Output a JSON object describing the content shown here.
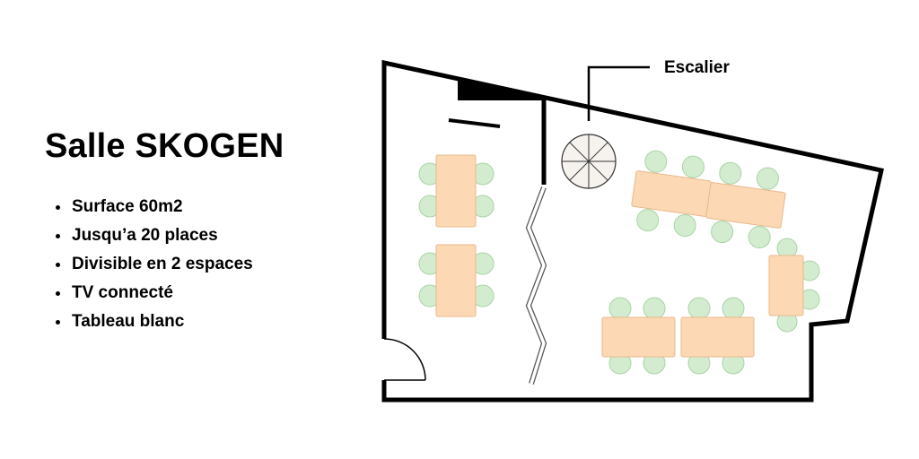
{
  "header": {
    "title": "Salle SKOGEN"
  },
  "features": [
    "Surface 60m2",
    "Jusqu’a 20 places",
    "Divisible en 2 espaces",
    "TV connecté",
    "Tableau blanc"
  ],
  "plan": {
    "stair_label": "Escalier"
  },
  "colors": {
    "table_fill": "#fcd9b4",
    "table_stroke": "#e8b98c",
    "chair_fill": "#d3ecd0",
    "chair_stroke": "#a9d4a4",
    "wall": "#000000"
  }
}
